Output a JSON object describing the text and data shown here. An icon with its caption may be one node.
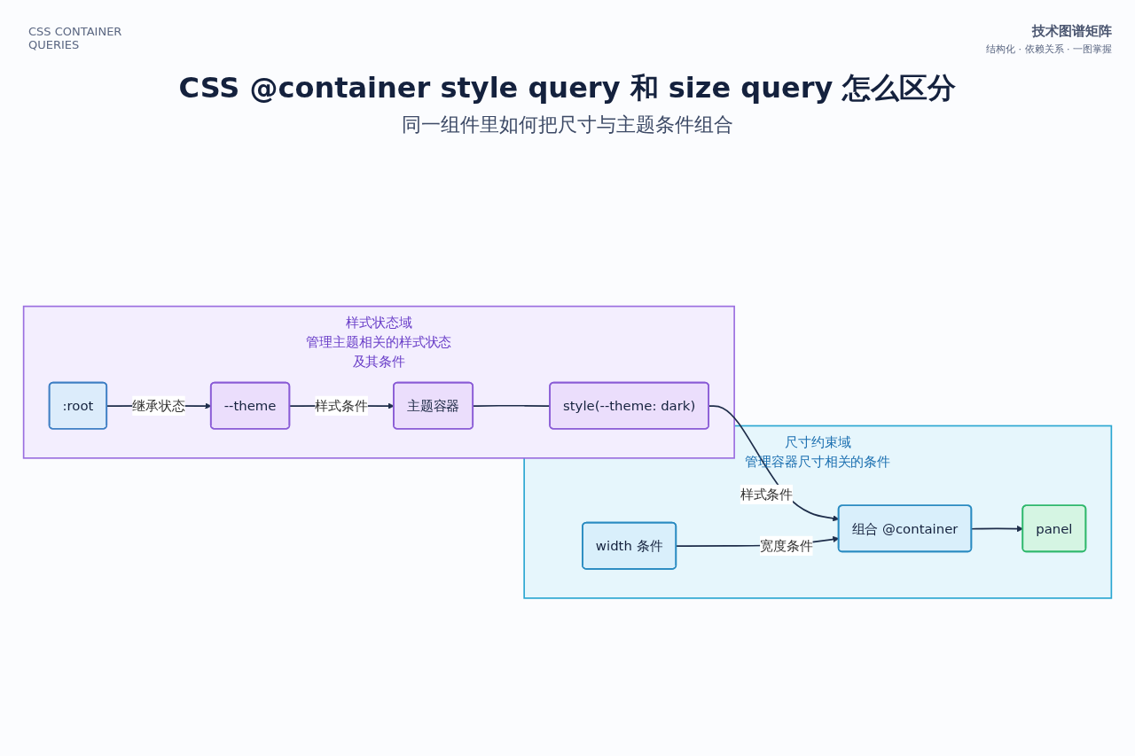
{
  "diagram": {
    "title": "CSS @container style query 和 size query 怎么区分",
    "nodes": [
      {
        "text": [
          "样式状态域",
          "管理主题相关的样式状态及其条件"
        ]
      },
      {
        "text": [
          ":root"
        ],
        "in": 0
      },
      {
        "text": [
          "--theme"
        ],
        "in": 0
      },
      {
        "text": [
          "主题容器"
        ],
        "in": 0
      },
      {
        "text": [
          "style(--theme: dark)"
        ],
        "in": 0
      },
      {
        "text": [
          "尺寸约束域",
          "管理容器尺寸相关的条件"
        ]
      },
      {
        "text": [
          "width 条件"
        ],
        "in": 5
      },
      {
        "text": [
          "组合 @container"
        ],
        "in": 5
      },
      {
        "text": [
          "panel"
        ],
        "in": 5
      }
    ],
    "edges": [
      {
        "from": 1,
        "to": 2,
        "arrow": "to",
        "label": "继承状态"
      },
      {
        "from": 2,
        "to": 3,
        "arrow": "to",
        "label": "样式条件"
      },
      {
        "from": 3,
        "to": 4,
        "arrow": "none"
      },
      {
        "from": 4,
        "to": 7,
        "arrow": "to",
        "label": "样式条件"
      },
      {
        "from": 6,
        "to": 7,
        "arrow": "to",
        "label": "宽度条件"
      },
      {
        "from": 7,
        "to": 8,
        "arrow": "to"
      }
    ],
    "labels": [
      "CSS CONTAINER QUERIES",
      "技术图谱矩阵",
      "结构化 · 依赖关系 · 一图掌握",
      "同一组件里如何把尺寸与主题条件组合"
    ]
  }
}
